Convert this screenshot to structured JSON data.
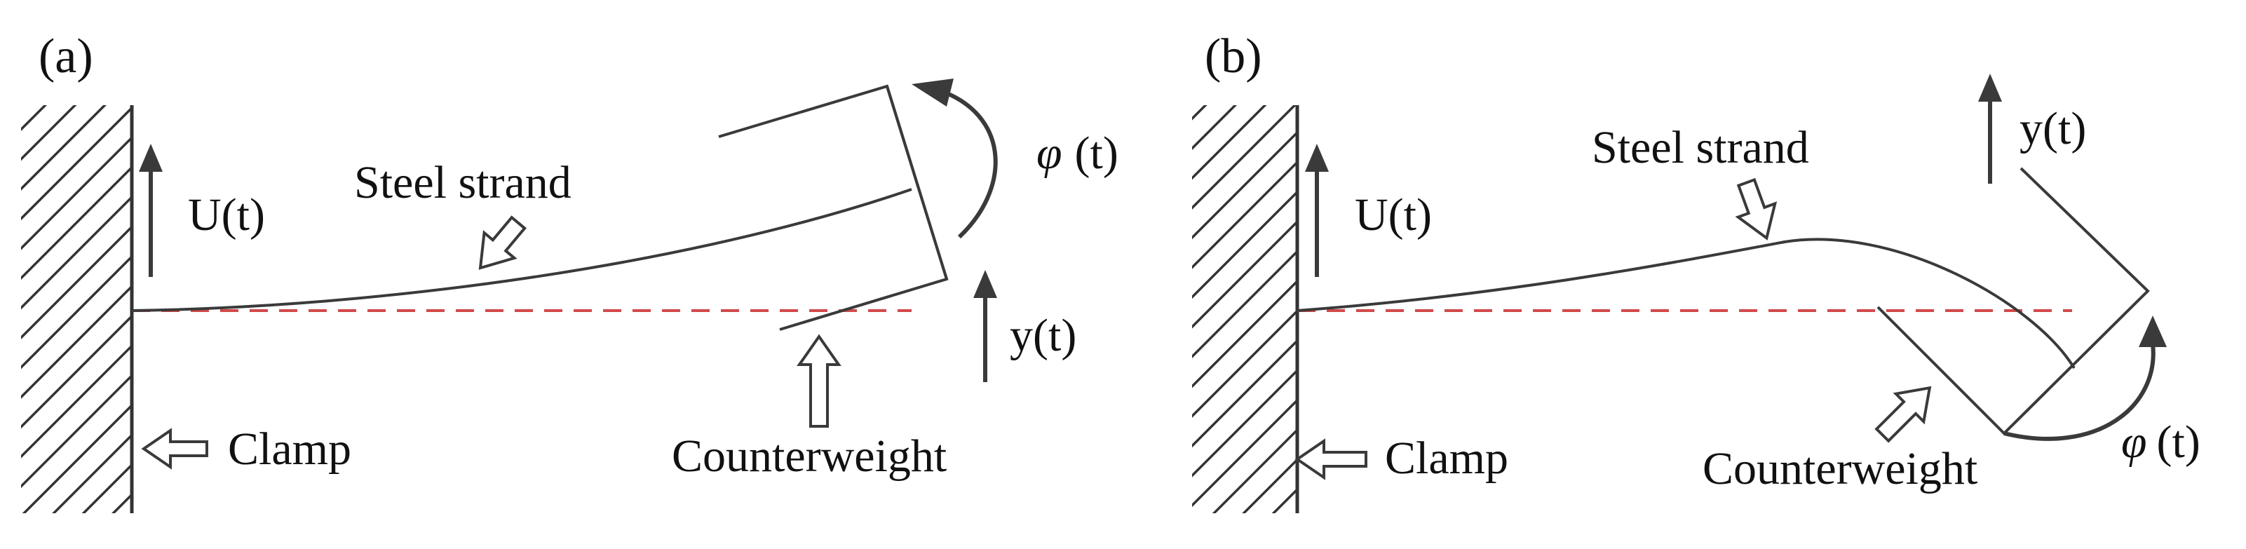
{
  "panels": [
    {
      "label": "(a)",
      "strand_label": "Steel strand",
      "counterweight_label": "Counterweight",
      "clamp_label": "Clamp",
      "excitation_label": "U(t)",
      "displacement_label": "y(t)",
      "rotation_symbol": "φ",
      "rotation_arg": "(t)"
    },
    {
      "label": "(b)",
      "strand_label": "Steel strand",
      "counterweight_label": "Counterweight",
      "clamp_label": "Clamp",
      "excitation_label": "U(t)",
      "displacement_label": "y(t)",
      "rotation_symbol": "φ",
      "rotation_arg": "(t)"
    }
  ],
  "colors": {
    "ink": "#3a3a3a",
    "reference_line": "#d24a4a",
    "hatch": "#333333"
  }
}
